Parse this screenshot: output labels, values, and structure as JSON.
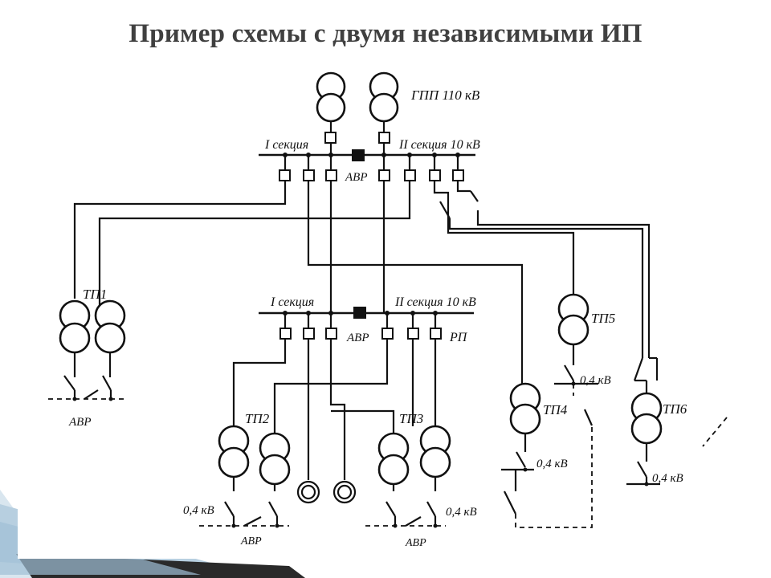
{
  "slide": {
    "title": "Пример  схемы с двумя независимыми ИП"
  },
  "diagram": {
    "gpp_label": "ГПП 110 кВ",
    "top_section1_label": "I секция",
    "top_section2_label": "II секция 10 кВ",
    "top_avr_label": "АВР",
    "rp_section1_label": "I секция",
    "rp_section2_label": "II секция 10 кВ",
    "rp_avr_label": "АВР",
    "rp_label": "РП",
    "tp1_label": "ТП1",
    "tp1_avr_label": "АВР",
    "tp2_label": "ТП2",
    "tp2_voltage_label": "0,4 кВ",
    "tp2_avr_label": "АВР",
    "tp3_label": "ТП3",
    "tp3_voltage_label": "0,4 кВ",
    "tp3_avr_label": "АВР",
    "tp4_label": "ТП4",
    "tp4_voltage_label": "0,4 кВ",
    "tp5_label": "ТП5",
    "tp5_voltage_label": "0,4 кВ",
    "tp6_label": "ТП6",
    "tp6_voltage_label": "0,4 кВ"
  }
}
